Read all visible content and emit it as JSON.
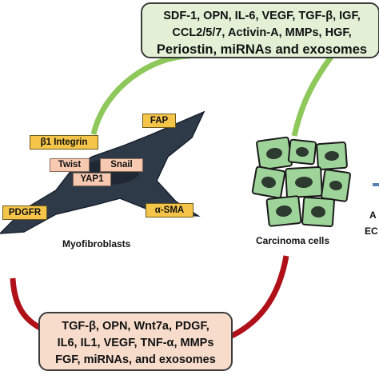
{
  "top_box": {
    "lines": [
      "SDF-1, OPN, IL-6, VEGF, TGF-β, IGF,",
      "CCL2/5/7, Activin-A, MMPs, HGF,",
      "Periostin, miRNAs and exosomes"
    ]
  },
  "bottom_box": {
    "lines": [
      "TGF-β, OPN, Wnt7a, PDGF,",
      "IL6, IL1, VEGF, TNF-α, MMPs",
      "FGF, miRNAs, and exosomes"
    ]
  },
  "myofibroblast": {
    "label": "Myofibroblasts",
    "markers": {
      "fap": "FAP",
      "b1_integrin": "β1 Integrin",
      "pdgfr": "PDGFR",
      "a_sma": "α-SMA"
    },
    "nuclear_factors": {
      "twist": "Twist",
      "snail": "Snail",
      "yap1": "YAP1"
    }
  },
  "carcinoma": {
    "label": "Carcinoma cells"
  },
  "right_edge": {
    "text1": "A",
    "text2": "EC"
  },
  "colors": {
    "top_arrow": "#8fc85a",
    "bottom_arrow": "#b01018",
    "cell_fill": "#9ed39a",
    "cell_border": "#1a1a1a",
    "nucleus": "#2d3a2f",
    "myofibroblast": "#2f3a48",
    "marker_fill": "#f5c54a",
    "nuclear_factor_fill": "#f7c9b0",
    "right_arrow": "#5a7fb5"
  }
}
